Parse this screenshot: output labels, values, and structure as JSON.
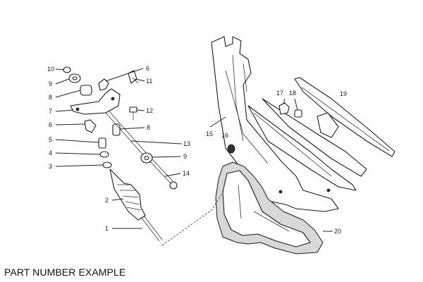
{
  "callouts": [
    "1",
    "2",
    "3",
    "4",
    "5",
    "6",
    "7",
    "8",
    "9",
    "10",
    "11",
    "12",
    "13",
    "14",
    "15",
    "16",
    "17",
    "18",
    "19",
    "20"
  ],
  "left_labels": {
    "l10": "10",
    "l9": "9",
    "l8": "8",
    "l7": "7",
    "l6": "6",
    "l5": "5",
    "l4": "4",
    "l3": "3",
    "l2": "2",
    "l1": "1"
  },
  "right_labels": {
    "r6": "6",
    "r11": "11",
    "r12": "12",
    "r8": "8",
    "r13": "13",
    "r9": "9",
    "r14": "14",
    "r15": "15",
    "r16": "16",
    "r17": "17",
    "r18": "18",
    "r19": "19",
    "r20": "20"
  },
  "caption": "PART NUMBER EXAMPLE"
}
